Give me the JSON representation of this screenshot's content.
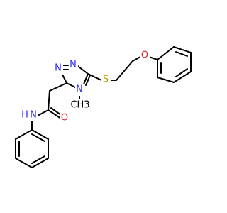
{
  "molecule": {
    "atoms": {
      "N1": "N",
      "N2": "N",
      "N4": "N",
      "S": "S",
      "O_ether": "O",
      "O_carbonyl": "O",
      "NH": "N",
      "NH_H": "H",
      "methyl": "CH3"
    },
    "colors": {
      "bond": "#000000",
      "nitrogen": "#2a2af2",
      "sulfur": "#b8a200",
      "oxygen": "#e8202a"
    }
  }
}
